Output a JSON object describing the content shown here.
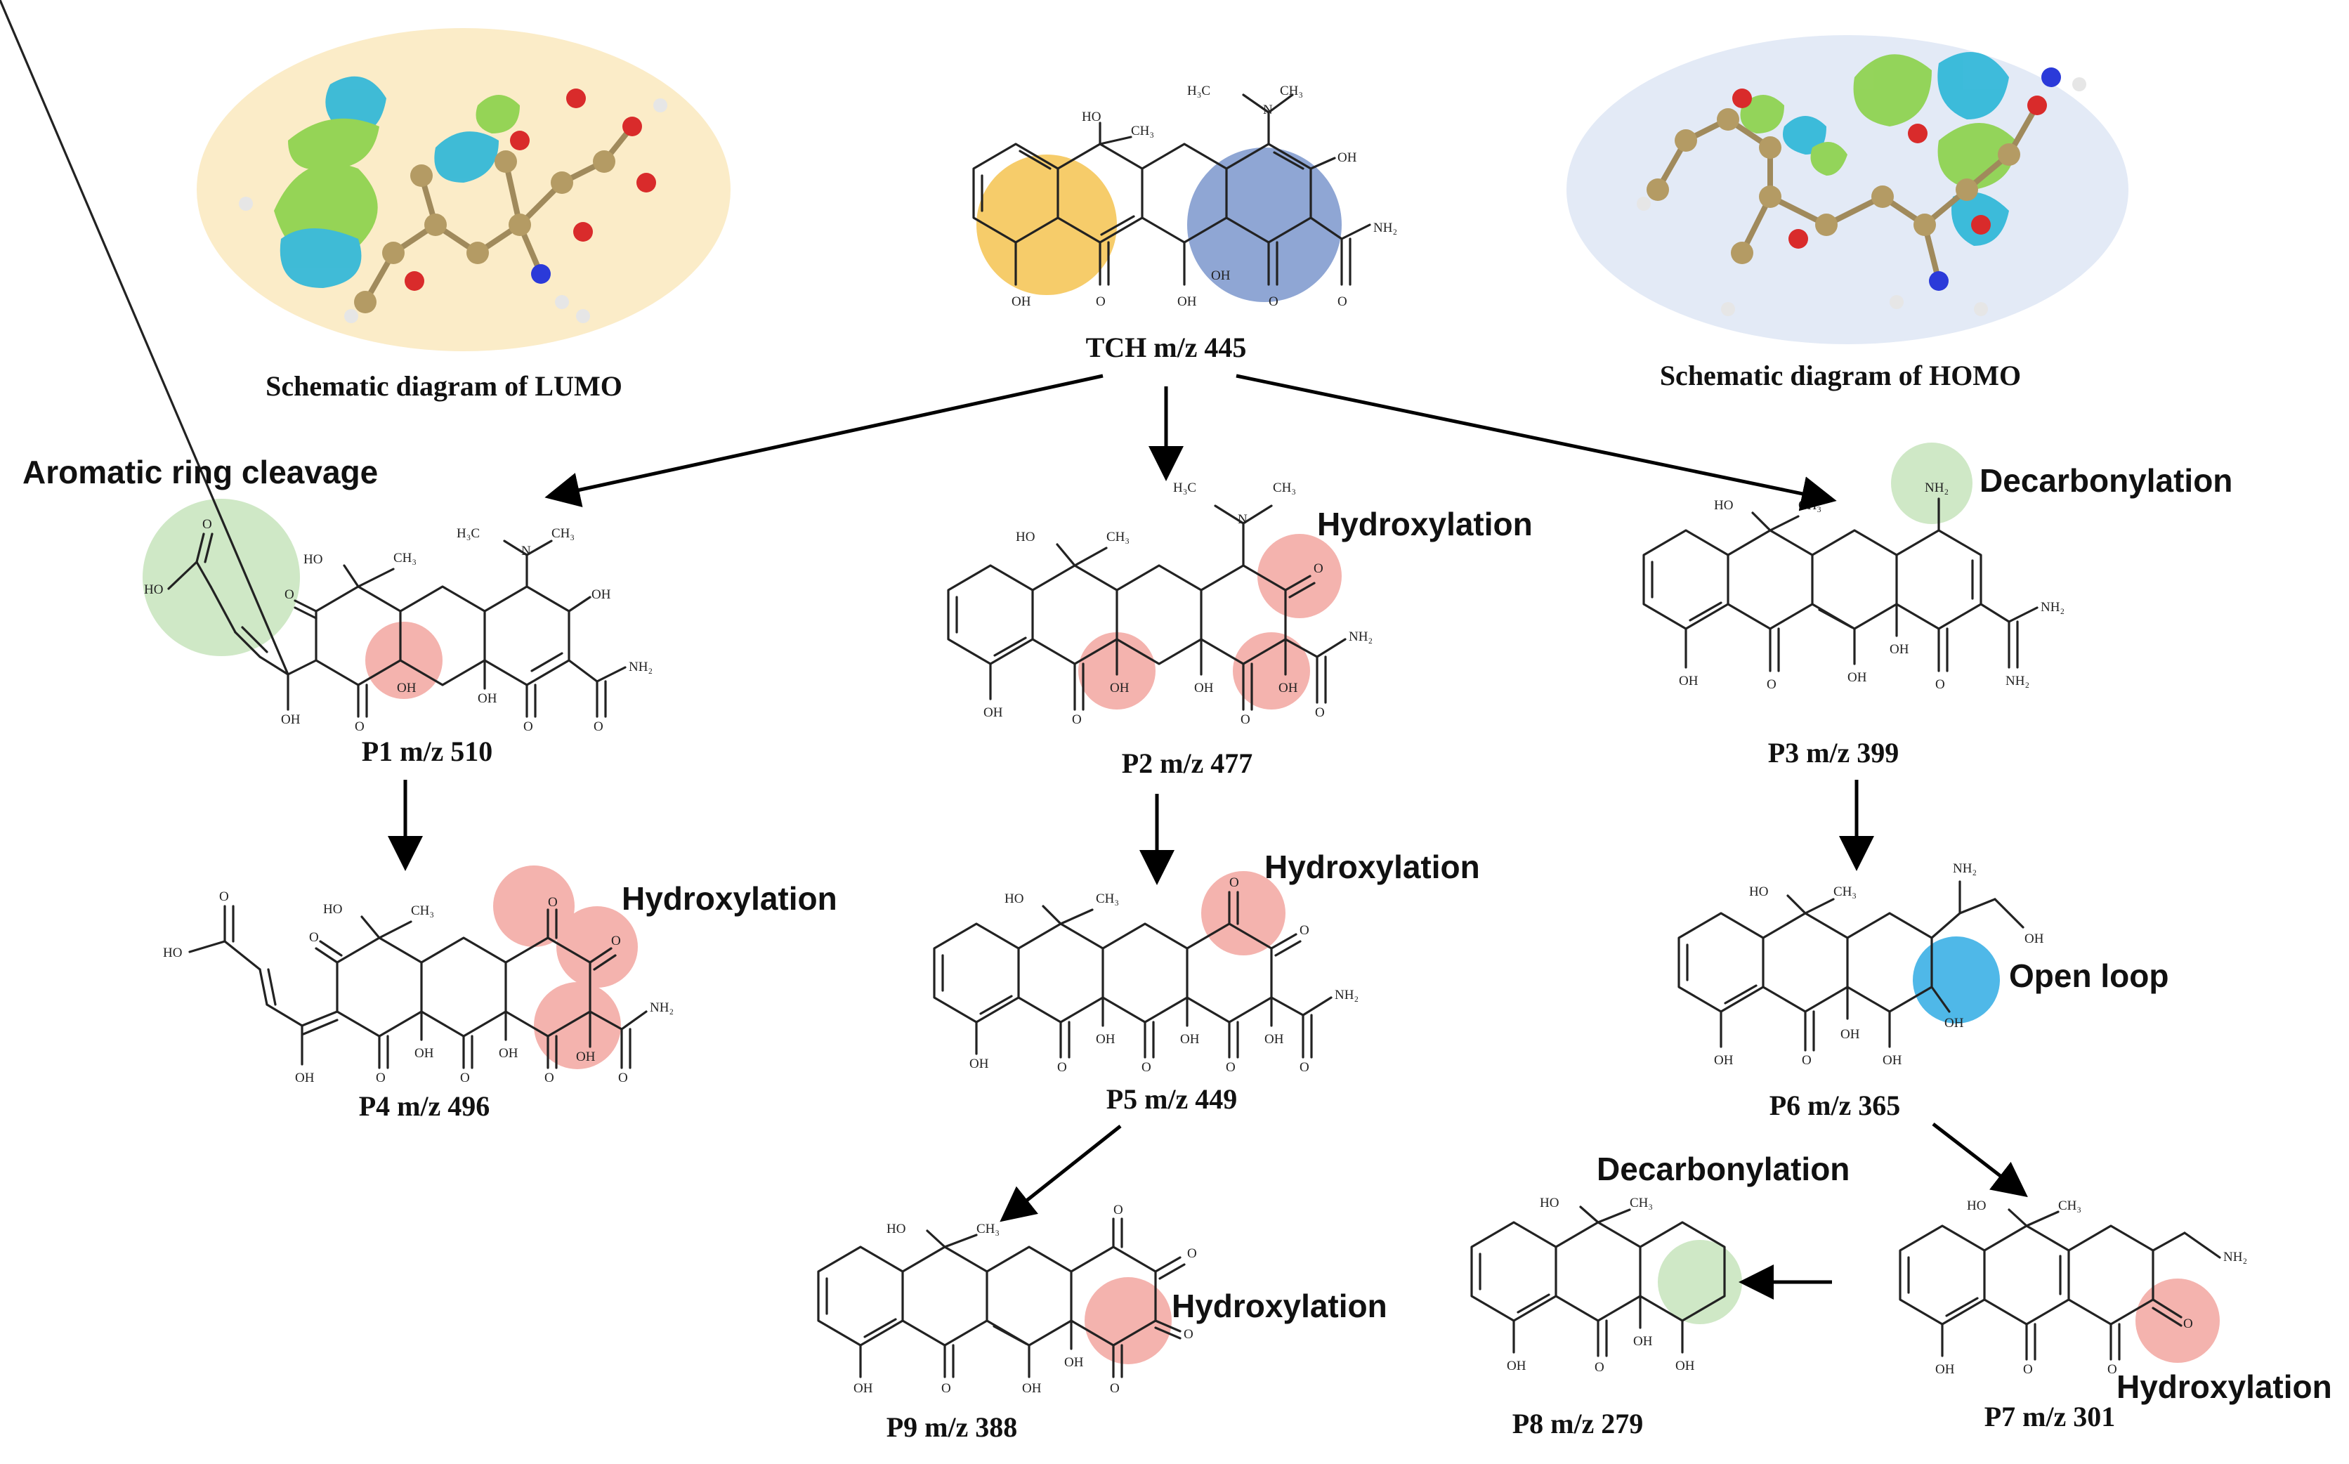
{
  "figure": {
    "lumo_caption": "Schematic diagram of LUMO",
    "homo_caption": "Schematic diagram of HOMO"
  },
  "colors": {
    "yellow_highlight": "#f6cc6a",
    "blue_highlight": "#8fa6d4",
    "green_highlight": "#cfe8c6",
    "pink_highlight": "#f4b3ae",
    "cyan_highlight": "#4fb8e8",
    "lumo_bg": "#fbecc8",
    "homo_bg": "#e3eaf6"
  },
  "compounds": {
    "tch": "TCH m/z 445",
    "p1": "P1 m/z 510",
    "p2": "P2  m/z 477",
    "p3": "P3 m/z 399",
    "p4": "P4 m/z 496",
    "p5": "P5 m/z 449",
    "p6": "P6 m/z 365",
    "p7": "P7 m/z 301",
    "p8": "P8 m/z 279",
    "p9": "P9 m/z 388"
  },
  "reactions": {
    "p1": "Aromatic ring cleavage",
    "p2": "Hydroxylation",
    "p3": "Decarbonylation",
    "p4": "Hydroxylation",
    "p5": "Hydroxylation",
    "p6": "Open loop",
    "p7": "Hydroxylation",
    "p8": "Decarbonylation",
    "p9": "Hydroxylation"
  },
  "atoms": {
    "oh": "OH",
    "ho": "HO",
    "o": "O",
    "nh2": "NH₂",
    "n": "N",
    "ch3": "CH₃",
    "h3c": "H₃C"
  }
}
